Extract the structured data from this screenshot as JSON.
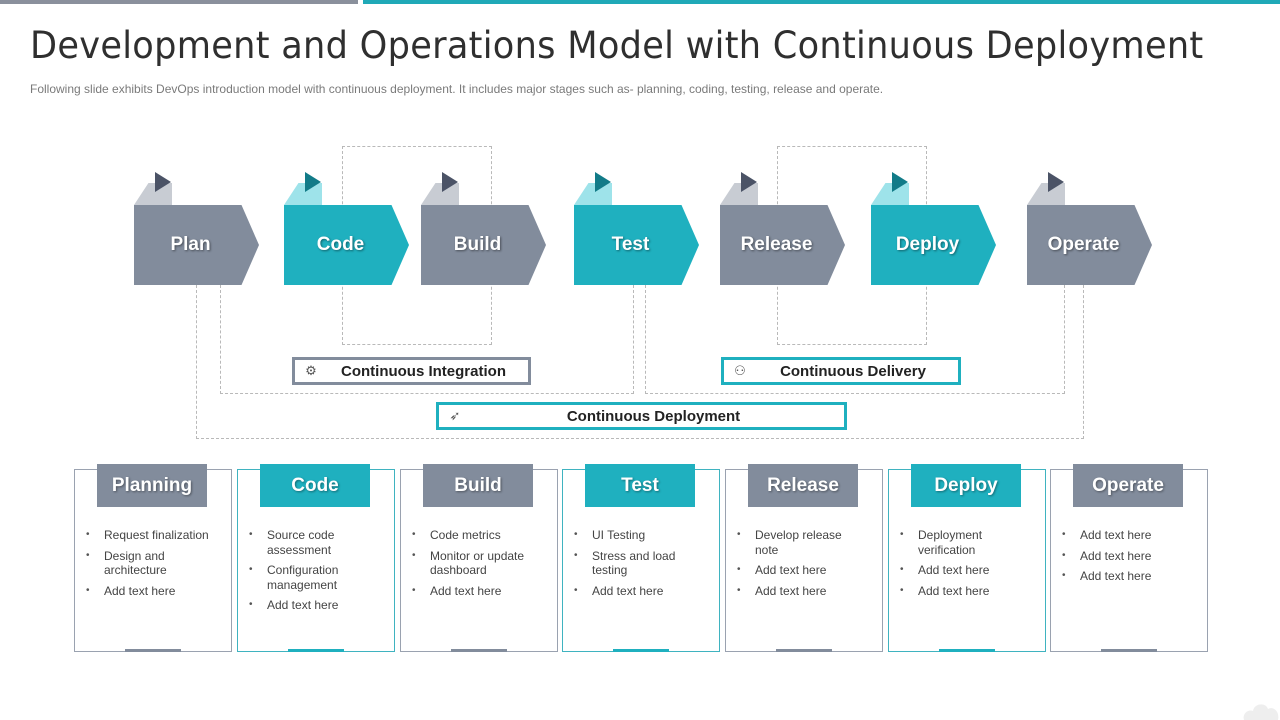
{
  "slide": {
    "title": "Development and Operations Model with Continuous Deployment",
    "subtitle": "Following slide exhibits DevOps  introduction model with continuous deployment. It includes major stages such as- planning, coding, testing, release  and operate."
  },
  "colors": {
    "grey": "#828c9c",
    "teal": "#1fb0bf",
    "dark_grey": "#4b5366",
    "dark_teal": "#127b88"
  },
  "stages": [
    {
      "label": "Plan",
      "color": "grey"
    },
    {
      "label": "Code",
      "color": "teal"
    },
    {
      "label": "Build",
      "color": "grey"
    },
    {
      "label": "Test",
      "color": "teal"
    },
    {
      "label": "Release",
      "color": "grey"
    },
    {
      "label": "Deploy",
      "color": "teal"
    },
    {
      "label": "Operate",
      "color": "grey"
    }
  ],
  "pipelines": {
    "integration": {
      "label": "Continuous Integration",
      "icon": "gears-icon"
    },
    "delivery": {
      "label": "Continuous Delivery",
      "icon": "delivery-icon"
    },
    "deployment": {
      "label": "Continuous Deployment",
      "icon": "rocket-icon"
    }
  },
  "cards": [
    {
      "title": "Planning",
      "color": "grey",
      "items": [
        "Request finalization",
        "Design and architecture",
        "Add text here"
      ]
    },
    {
      "title": "Code",
      "color": "teal",
      "items": [
        "Source code assessment",
        "Configuration management",
        "Add text here"
      ]
    },
    {
      "title": "Build",
      "color": "grey",
      "items": [
        "Code metrics",
        "Monitor or update dashboard",
        "Add text here"
      ]
    },
    {
      "title": "Test",
      "color": "teal",
      "items": [
        "UI Testing",
        "Stress and load testing",
        "Add text here"
      ]
    },
    {
      "title": "Release",
      "color": "grey",
      "items": [
        "Develop release note",
        "Add text here",
        "Add text here"
      ]
    },
    {
      "title": "Deploy",
      "color": "teal",
      "items": [
        "Deployment verification",
        "Add text here",
        "Add text here"
      ]
    },
    {
      "title": "Operate",
      "color": "grey",
      "items": [
        "Add text here",
        "Add text here",
        "Add text here"
      ]
    }
  ]
}
